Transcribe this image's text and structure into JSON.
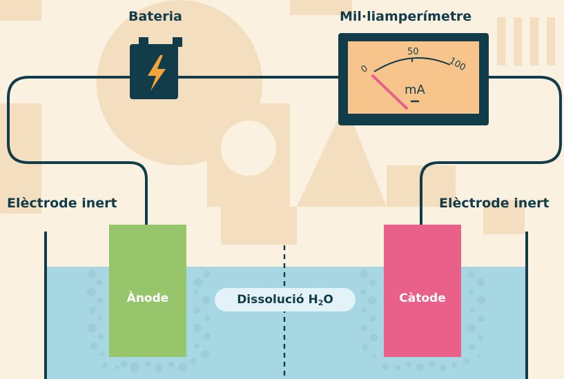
{
  "labels": {
    "battery": "Bateria",
    "meter": "Mil·liamperímetre",
    "electrode_left": "Elèctrode inert",
    "electrode_right": "Elèctrode inert",
    "anode": "Ànode",
    "cathode": "Càtode",
    "solution_text": "Dissolució H",
    "solution_sub": "2",
    "solution_tail": "O"
  },
  "meter_scale": {
    "min": "0",
    "mid": "50",
    "max": "100",
    "unit": "mA",
    "reading": 0
  },
  "colors": {
    "background": "#fbf1e1",
    "pattern": "#f3dfbf",
    "wire": "#123c4a",
    "water": "#a8d7e4",
    "bubbles": "#9ecdd9",
    "anode": "#97c56b",
    "cathode": "#e9608a",
    "meter_face": "#f7c58c",
    "needle": "#e9608a",
    "battery_bolt": "#f2a33a"
  }
}
